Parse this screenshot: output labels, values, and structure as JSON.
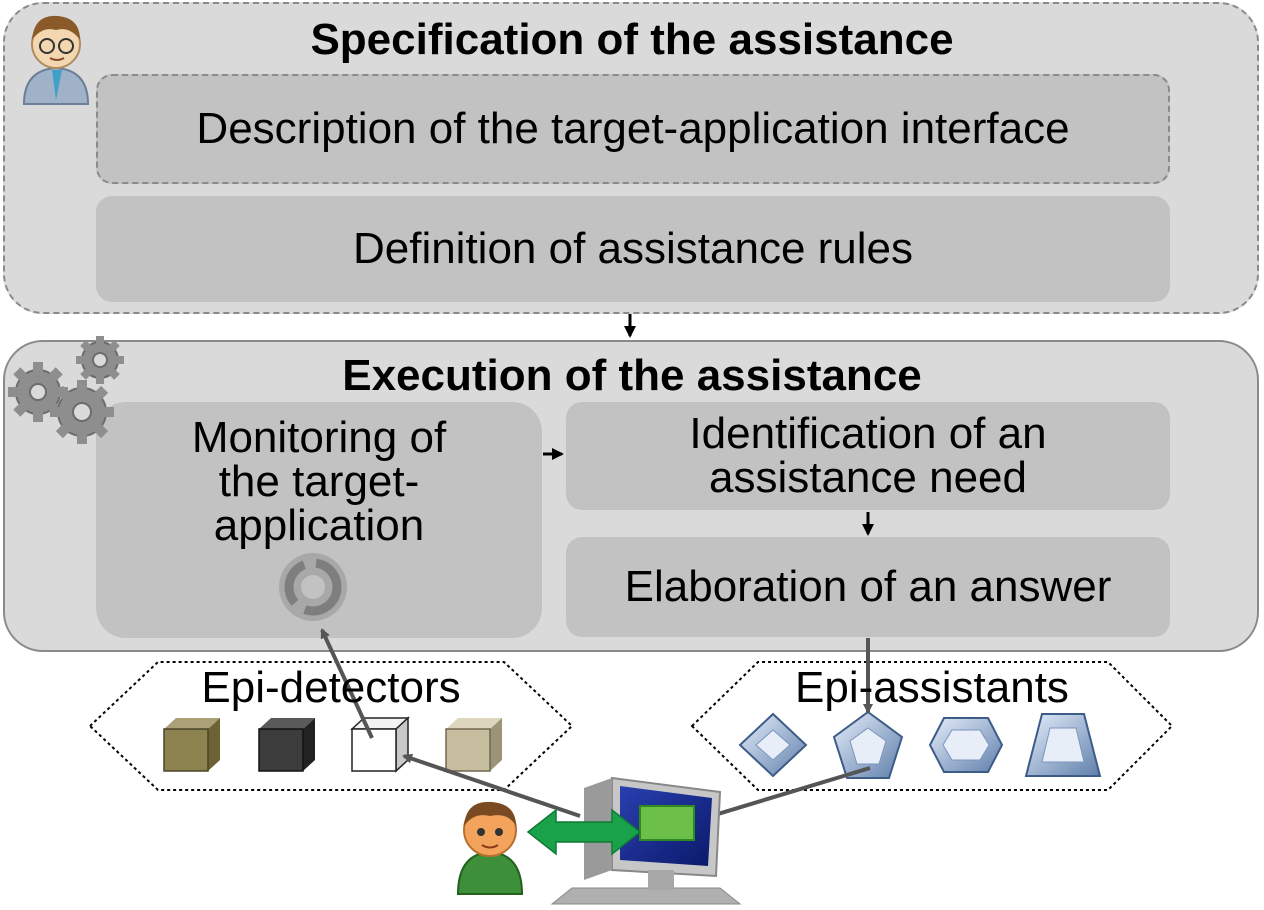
{
  "specification": {
    "title": "Specification of the assistance",
    "description_box": "Description of the target-application interface",
    "definition_box": "Definition of assistance rules"
  },
  "execution": {
    "title": "Execution of the assistance",
    "monitoring_box": [
      "Monitoring of",
      "the target-",
      "application"
    ],
    "identification_box": [
      "Identification of an",
      "assistance need"
    ],
    "elaboration_box": "Elaboration of an answer"
  },
  "epi_detectors": {
    "label": "Epi-detectors",
    "cubes": [
      "olive-cube-icon",
      "dark-cube-icon",
      "white-cube-icon",
      "beige-cube-icon"
    ]
  },
  "epi_assistants": {
    "label": "Epi-assistants",
    "shapes": [
      "diamond-gem-icon",
      "pentagon-gem-icon",
      "hexagon-gem-icon",
      "trapezoid-gem-icon"
    ]
  },
  "colors": {
    "panel_bg": "#dadada",
    "box_bg": "#c2c2c2",
    "arrow": "#555555",
    "interaction_arrow": "#1aa24a"
  }
}
